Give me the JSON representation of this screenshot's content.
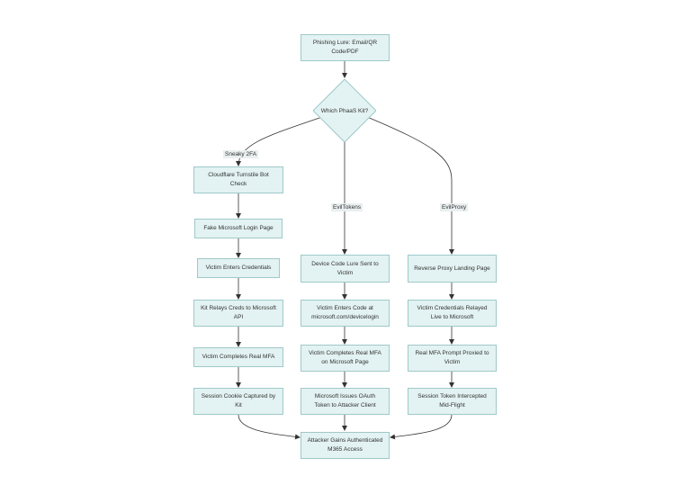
{
  "colors": {
    "node_fill": "#e3f2f2",
    "node_border": "#9fc9c9",
    "line": "#333333",
    "label_bg": "#e9efef"
  },
  "nodes": {
    "start": "Phishing Lure: Email/QR Code/PDF",
    "decision": "Which PhaaS Kit?",
    "left": [
      "Cloudflare Turnstile Bot Check",
      "Fake Microsoft Login Page",
      "Victim Enters Credentials",
      "Kit Relays Creds to Microsoft API",
      "Victim Completes Real MFA",
      "Session Cookie Captured by Kit"
    ],
    "middle": [
      "Device Code Lure Sent to Victim",
      "Victim Enters Code at microsoft.com/devicelogin",
      "Victim Completes Real MFA on Microsoft Page",
      "Microsoft Issues OAuth Token to Attacker Client"
    ],
    "right": [
      "Reverse Proxy Landing Page",
      "Victim Credentials Relayed Live to Microsoft",
      "Real MFA Prompt Proxied to Victim",
      "Session Token Intercepted Mid-Flight"
    ],
    "end": "Attacker Gains Authenticated M365 Access"
  },
  "edge_labels": {
    "left": "Sneaky 2FA",
    "middle": "EvilTokens",
    "right": "EvilProxy"
  }
}
